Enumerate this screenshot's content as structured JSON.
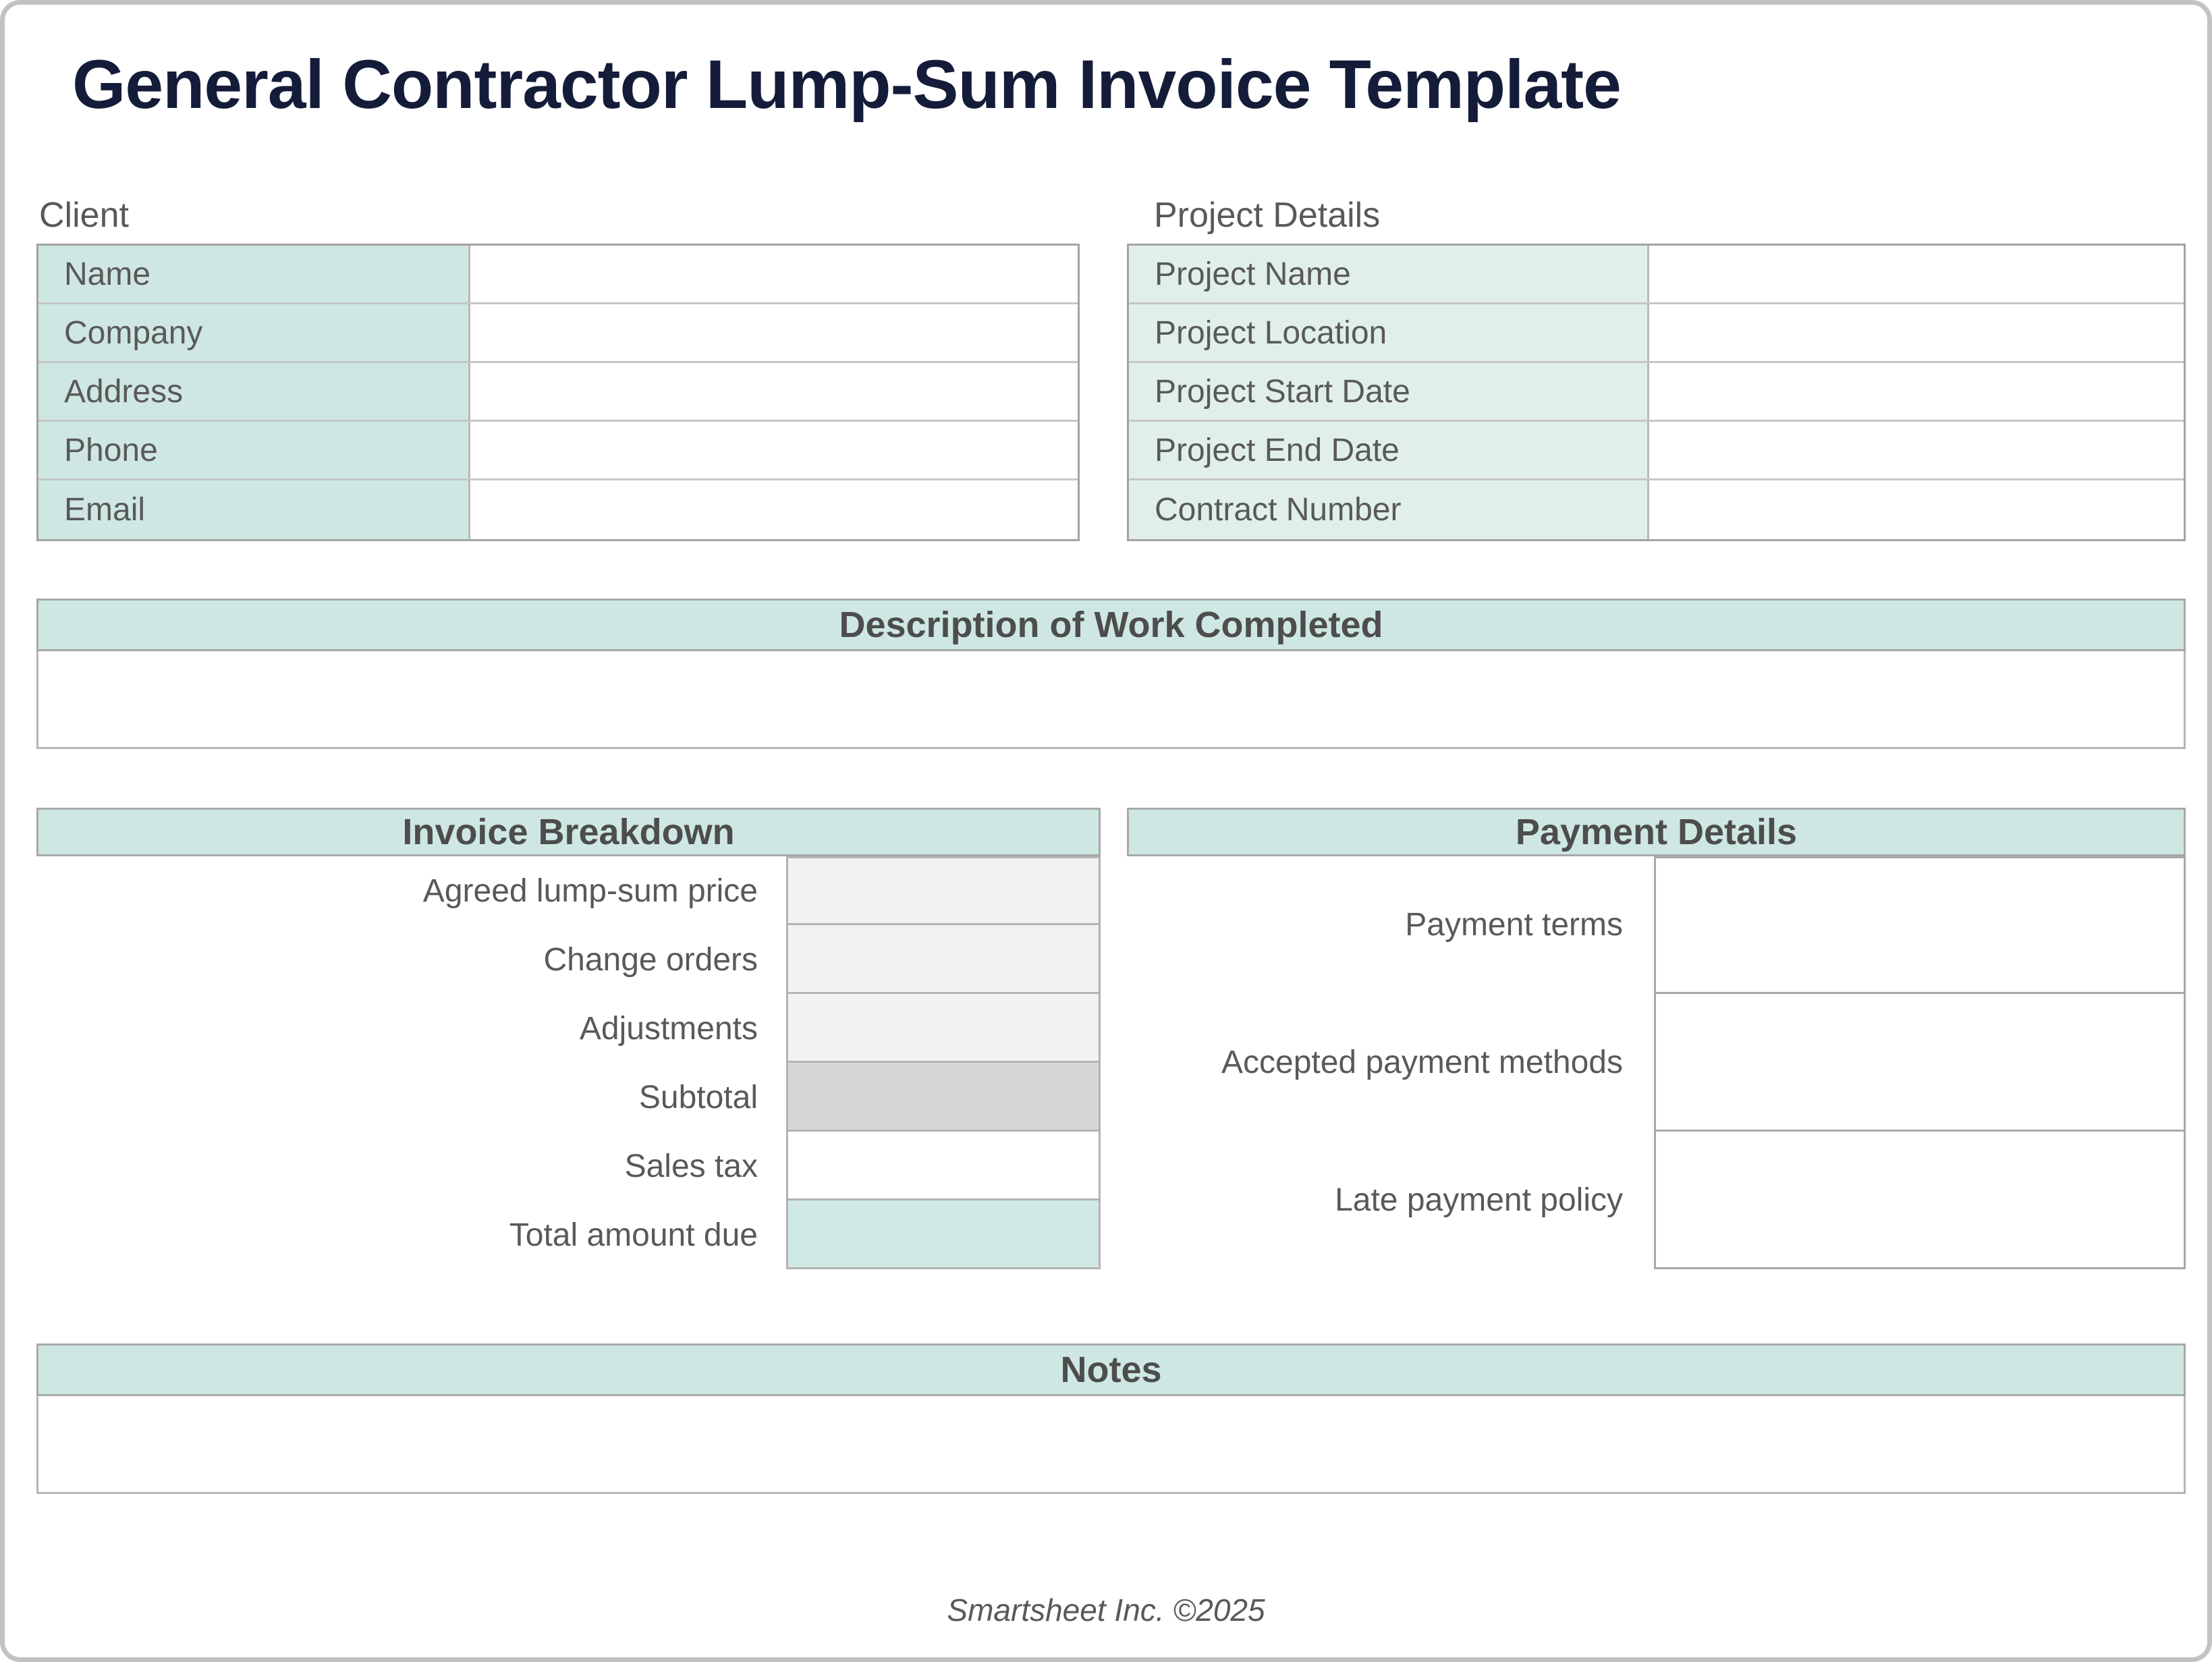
{
  "page": {
    "title": "General Contractor Lump-Sum Invoice Template",
    "footer": "Smartsheet Inc. ©2025"
  },
  "client": {
    "heading": "Client",
    "rows": [
      {
        "label": "Name",
        "value": ""
      },
      {
        "label": "Company",
        "value": ""
      },
      {
        "label": "Address",
        "value": ""
      },
      {
        "label": "Phone",
        "value": ""
      },
      {
        "label": "Email",
        "value": ""
      }
    ]
  },
  "project": {
    "heading": "Project Details",
    "rows": [
      {
        "label": "Project Name",
        "value": ""
      },
      {
        "label": "Project Location",
        "value": ""
      },
      {
        "label": "Project Start Date",
        "value": ""
      },
      {
        "label": "Project End Date",
        "value": ""
      },
      {
        "label": "Contract Number",
        "value": ""
      }
    ]
  },
  "description": {
    "heading": "Description of Work Completed",
    "content": ""
  },
  "invoice": {
    "heading": "Invoice Breakdown",
    "rows": [
      {
        "label": "Agreed lump-sum price",
        "value": ""
      },
      {
        "label": "Change orders",
        "value": ""
      },
      {
        "label": "Adjustments",
        "value": ""
      },
      {
        "label": "Subtotal",
        "value": ""
      },
      {
        "label": "Sales tax",
        "value": ""
      },
      {
        "label": "Total amount due",
        "value": ""
      }
    ]
  },
  "payment": {
    "heading": "Payment Details",
    "rows": [
      {
        "label": "Payment terms",
        "value": ""
      },
      {
        "label": "Accepted payment methods",
        "value": ""
      },
      {
        "label": "Late payment policy",
        "value": ""
      }
    ]
  },
  "notes": {
    "heading": "Notes",
    "content": ""
  },
  "colors": {
    "accent_mint": "#cee7e3",
    "client_label_bg": "#cfe7e3",
    "project_label_bg": "#e0efeb",
    "input_light_gray": "#f2f2f2",
    "subtotal_gray": "#d6d6d6",
    "total_due_mint": "#cfe8e4",
    "title_navy": "#141c39",
    "text_gray": "#595959",
    "section_header_text": "#4d4d4d",
    "border_gray": "#a8a8a8"
  }
}
